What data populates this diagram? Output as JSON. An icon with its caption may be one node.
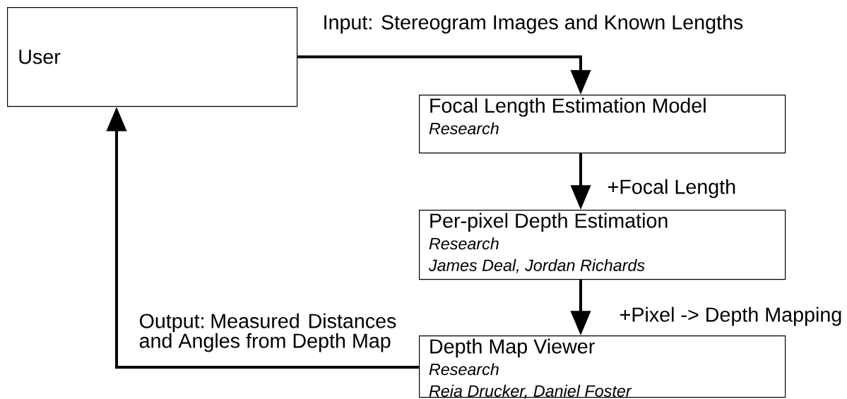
{
  "diagram": {
    "nodes": [
      {
        "text": [
          "User"
        ]
      },
      {
        "text": [
          "Focal Length Estimation Model",
          "Research"
        ]
      },
      {
        "text": [
          "Per-pixel Depth Estimation",
          "Research",
          "James Deal, Jordan Richards"
        ]
      },
      {
        "text": [
          "Depth Map Viewer",
          "Research",
          "Reia Drucker, Daniel Foster"
        ]
      }
    ],
    "edges": [
      {
        "from": 0,
        "to": 1,
        "arrow": "to",
        "label": "Input: Stereogram Images and Known Lengths"
      },
      {
        "from": 1,
        "to": 2,
        "arrow": "to",
        "label": "+Focal Length"
      },
      {
        "from": 2,
        "to": 3,
        "arrow": "to",
        "label": "+Pixel -> Depth Mapping"
      },
      {
        "from": 3,
        "to": 0,
        "arrow": "to",
        "label": "Output: Measured Distances and Angles from Depth Map"
      }
    ]
  }
}
